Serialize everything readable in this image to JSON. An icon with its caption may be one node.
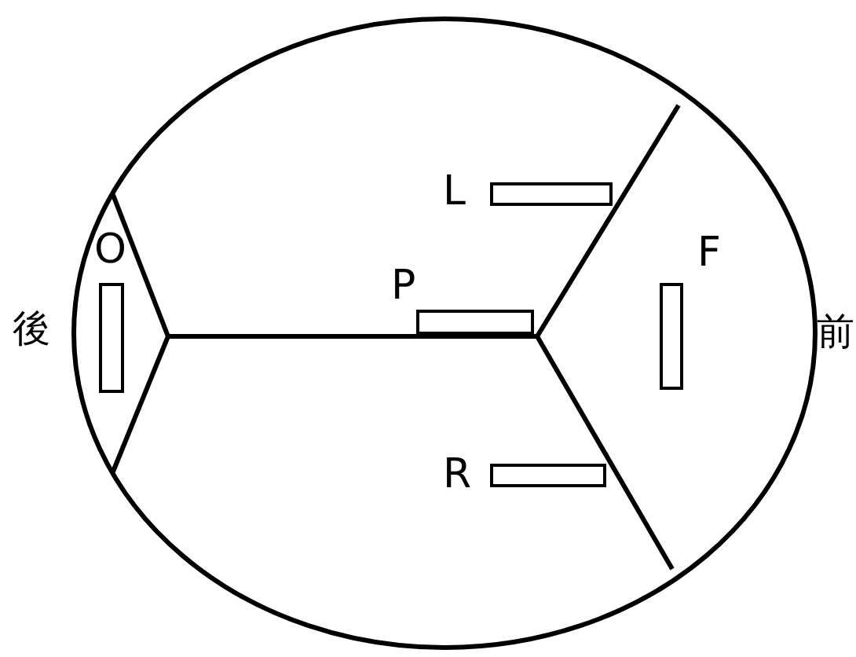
{
  "diagram": {
    "nodes": [
      {
        "text": [],
        "shape": "bar",
        "beside": [
          "O"
        ]
      },
      {
        "text": [],
        "shape": "bar",
        "beside": [
          "L"
        ]
      },
      {
        "text": [],
        "shape": "bar",
        "beside": [
          "P"
        ]
      },
      {
        "text": [],
        "shape": "bar",
        "beside": [
          "F"
        ]
      },
      {
        "text": [],
        "shape": "bar",
        "beside": [
          "R"
        ]
      }
    ],
    "edges": [],
    "labels": [
      "後",
      "前"
    ]
  }
}
